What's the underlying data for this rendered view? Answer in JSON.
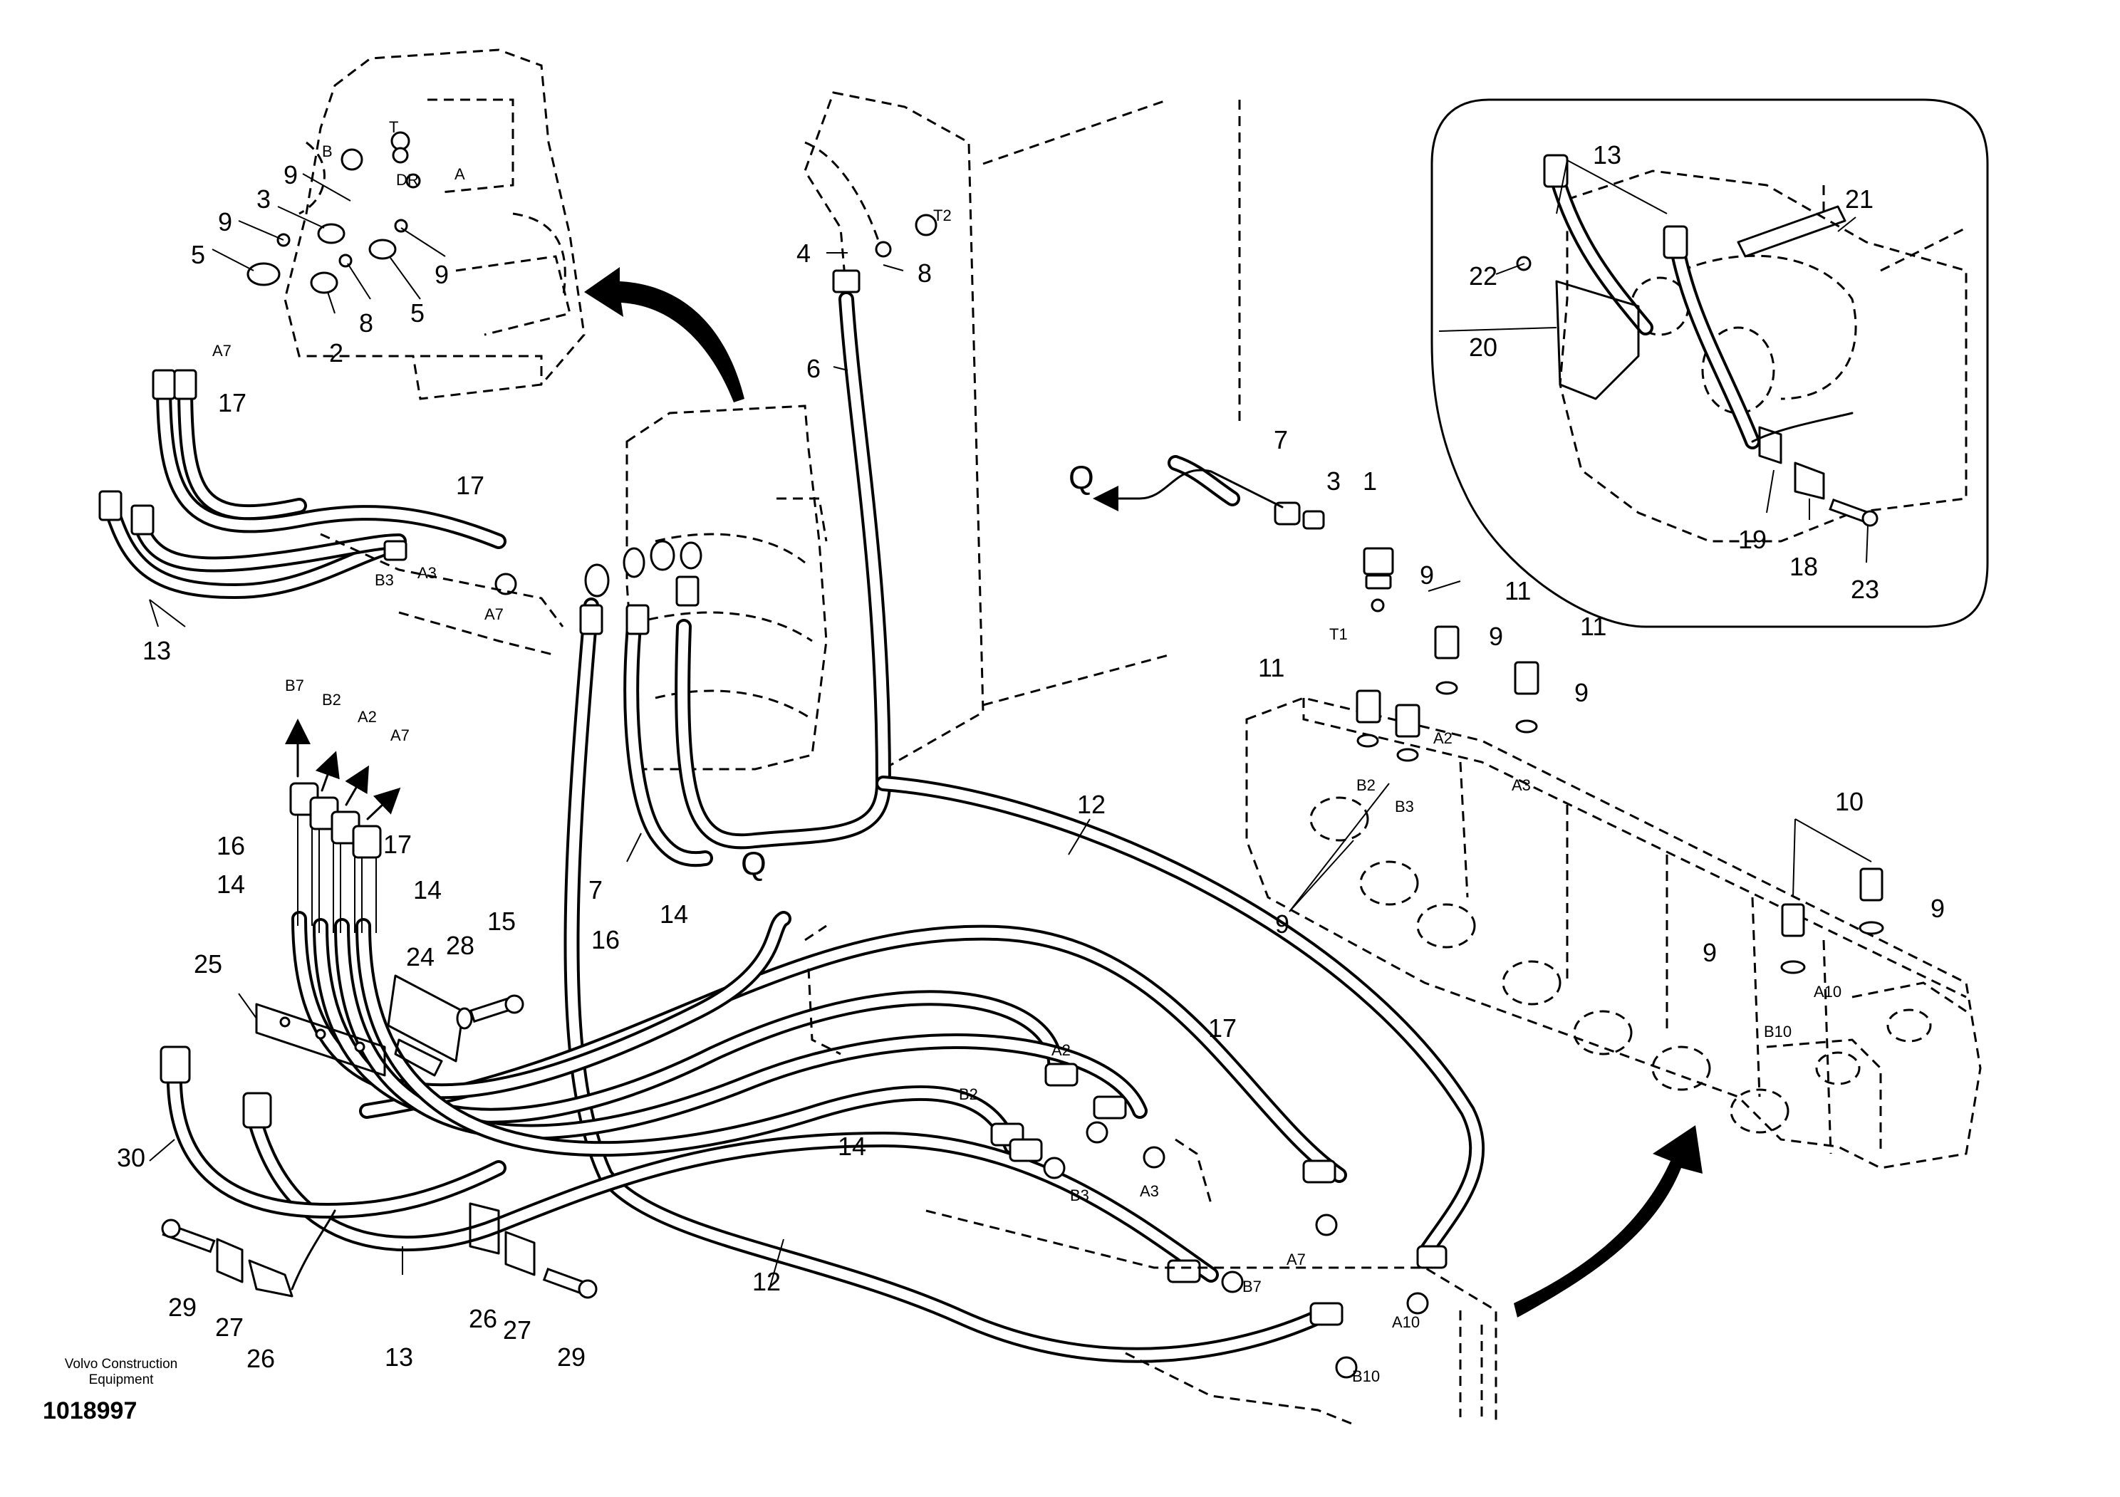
{
  "footer": {
    "brand_line1": "Volvo Construction",
    "brand_line2": "Equipment",
    "drawing_number": "1018997"
  },
  "callouts": {
    "c1": "1",
    "c2": "2",
    "c3a": "3",
    "c3b": "3",
    "c4": "4",
    "c5a": "5",
    "c5b": "5",
    "c6": "6",
    "c7a": "7",
    "c7b": "7",
    "c8a": "8",
    "c8b": "8",
    "c9a": "9",
    "c9b": "9",
    "c9c": "9",
    "c9d": "9",
    "c9e": "9",
    "c9f": "9",
    "c9g": "9",
    "c9h": "9",
    "c9i": "9",
    "c10": "10",
    "c11a": "11",
    "c11b": "11",
    "c11c": "11",
    "c12a": "12",
    "c12b": "12",
    "c13a": "13",
    "c13b": "13",
    "c13c": "13",
    "c14a": "14",
    "c14b": "14",
    "c14c": "14",
    "c14d": "14",
    "c15": "15",
    "c16a": "16",
    "c16b": "16",
    "c17a": "17",
    "c17b": "17",
    "c17c": "17",
    "c17d": "17",
    "c18": "18",
    "c19": "19",
    "c20": "20",
    "c21": "21",
    "c22": "22",
    "c23": "23",
    "c24": "24",
    "c25": "25",
    "c26a": "26",
    "c26b": "26",
    "c27a": "27",
    "c27b": "27",
    "c28": "28",
    "c29a": "29",
    "c29b": "29",
    "c30": "30",
    "qa": "Q",
    "qb": "Q"
  },
  "ports": {
    "p_b_motor": "B",
    "p_t_motor": "T",
    "p_dr": "DR",
    "p_a_motor": "A",
    "p_t2": "T2",
    "p_a7a": "A7",
    "p_b3a": "B3",
    "p_a3a": "A3",
    "p_a7b": "A7",
    "p_b7": "B7",
    "p_b2": "B2",
    "p_a2": "A2",
    "p_a7c": "A7",
    "p_t1": "T1",
    "p_a2v": "A2",
    "p_b2v": "B2",
    "p_a3v": "A3",
    "p_b3v": "B3",
    "p_a10v": "A10",
    "p_b10v": "B10",
    "p_a2h": "A2",
    "p_b2h": "B2",
    "p_b3h": "B3",
    "p_a3h": "A3",
    "p_a7h": "A7",
    "p_b7h": "B7",
    "p_a10h": "A10",
    "p_b10h": "B10"
  }
}
